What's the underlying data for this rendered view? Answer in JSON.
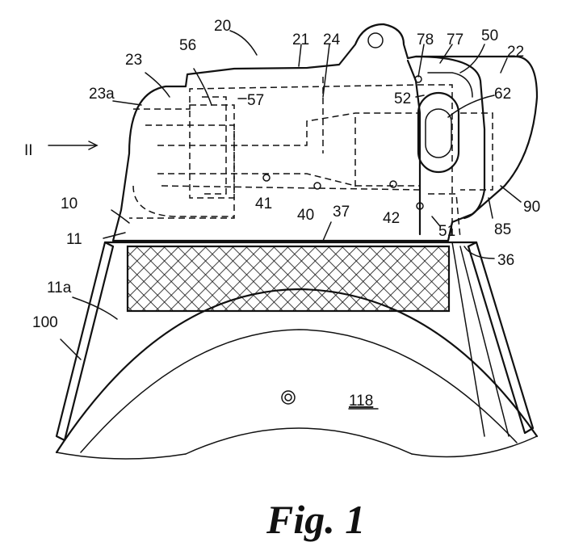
{
  "figure": {
    "caption": "Fig. 1",
    "section_marker": "II",
    "reference_numerals": {
      "r20": "20",
      "r21": "21",
      "r24": "24",
      "r78": "78",
      "r77": "77",
      "r50": "50",
      "r22": "22",
      "r23": "23",
      "r56": "56",
      "r23a": "23a",
      "r57": "57",
      "r52": "52",
      "r62": "62",
      "r10": "10",
      "r41": "41",
      "r40": "40",
      "r42": "42",
      "r37": "37",
      "r51": "51",
      "r85": "85",
      "r90": "90",
      "r11": "11",
      "r36": "36",
      "r11a": "11a",
      "r100": "100",
      "r118": "118"
    }
  }
}
